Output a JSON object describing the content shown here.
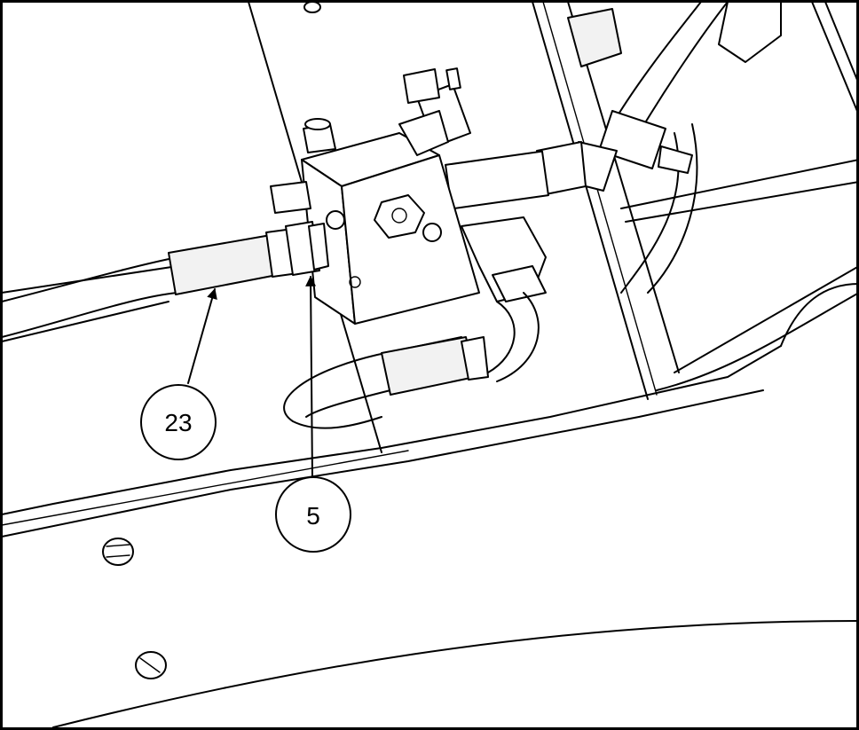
{
  "callouts": [
    {
      "id": "23",
      "label": "23"
    },
    {
      "id": "5",
      "label": "5"
    }
  ]
}
